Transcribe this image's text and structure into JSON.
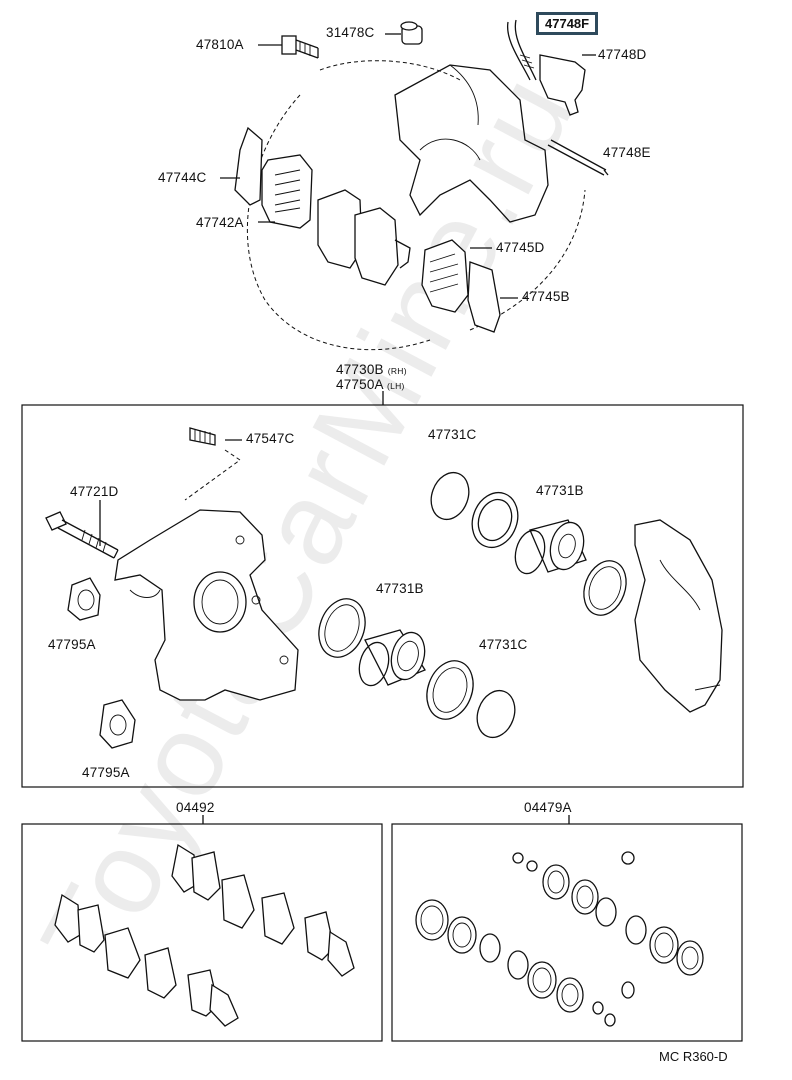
{
  "labels": {
    "p47810A": "47810A",
    "p31478C": "31478C",
    "p47748F": "47748F",
    "p47748D": "47748D",
    "p47748E": "47748E",
    "p47744C": "47744C",
    "p47742A": "47742A",
    "p47745D": "47745D",
    "p47745B": "47745B",
    "p47730B": "47730B",
    "rh": "(RH)",
    "p47750A": "47750A",
    "lh": "(LH)",
    "p47547C": "47547C",
    "p47721D": "47721D",
    "p47795A_1": "47795A",
    "p47795A_2": "47795A",
    "p47731C_1": "47731C",
    "p47731B_1": "47731B",
    "p47731B_2": "47731B",
    "p47731C_2": "47731C",
    "p04492": "04492",
    "p04479A": "04479A"
  },
  "diagram_code": "MC R360-D",
  "watermark": "ToyotaCarMine.ru",
  "highlight_color": "#2e4a5c"
}
